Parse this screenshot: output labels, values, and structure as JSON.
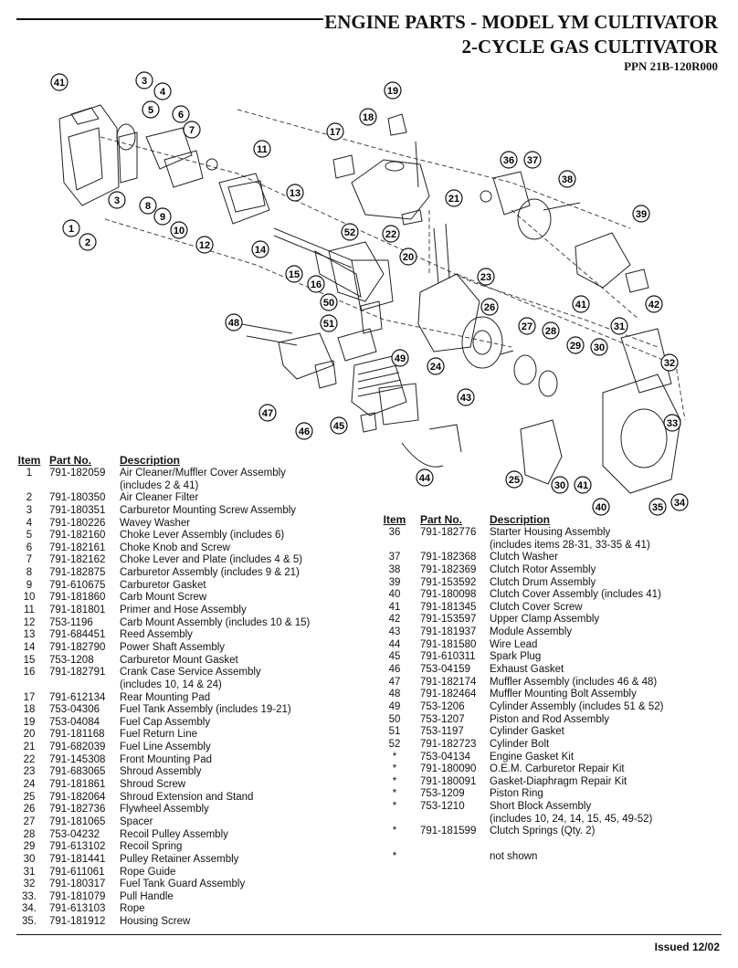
{
  "header": {
    "title_line1": "ENGINE PARTS - MODEL YM CULTIVATOR",
    "title_line2": "2-CYCLE GAS CULTIVATOR",
    "ppn": "PPN 21B-120R000"
  },
  "diagram": {
    "callouts": [
      "41",
      "3",
      "4",
      "5",
      "6",
      "7",
      "1",
      "2",
      "3",
      "8",
      "9",
      "10",
      "11",
      "12",
      "13",
      "14",
      "15",
      "16",
      "17",
      "18",
      "19",
      "20",
      "21",
      "22",
      "52",
      "50",
      "51",
      "48",
      "47",
      "46",
      "45",
      "44",
      "49",
      "43",
      "23",
      "24",
      "25",
      "26",
      "27",
      "28",
      "29",
      "30",
      "31",
      "32",
      "33",
      "34",
      "35",
      "36",
      "37",
      "38",
      "39",
      "40",
      "41",
      "42",
      "41",
      "30"
    ]
  },
  "table_left": {
    "headers": {
      "item": "Item",
      "part": "Part No.",
      "desc": "Description"
    },
    "rows": [
      {
        "item": "1",
        "part": "791-182059",
        "desc": "Air Cleaner/Muffler Cover Assembly"
      },
      {
        "item": "",
        "part": "",
        "desc": "(includes 2 & 41)"
      },
      {
        "item": "2",
        "part": "791-180350",
        "desc": "Air Cleaner Filter"
      },
      {
        "item": "3",
        "part": "791-180351",
        "desc": "Carburetor Mounting Screw Assembly"
      },
      {
        "item": "4",
        "part": "791-180226",
        "desc": "Wavey Washer"
      },
      {
        "item": "5",
        "part": "791-182160",
        "desc": "Choke Lever Assembly (includes 6)"
      },
      {
        "item": "6",
        "part": "791-182161",
        "desc": "Choke Knob and Screw"
      },
      {
        "item": "7",
        "part": "791-182162",
        "desc": "Choke Lever and Plate (includes 4 & 5)"
      },
      {
        "item": "8",
        "part": "791-182875",
        "desc": "Carburetor Assembly (includes 9 & 21)"
      },
      {
        "item": "9",
        "part": "791-610675",
        "desc": "Carburetor Gasket"
      },
      {
        "item": "10",
        "part": "791-181860",
        "desc": "Carb Mount Screw"
      },
      {
        "item": "11",
        "part": "791-181801",
        "desc": "Primer and Hose Assembly"
      },
      {
        "item": "12",
        "part": "753-1196",
        "desc": "Carb Mount Assembly (includes 10 & 15)"
      },
      {
        "item": "13",
        "part": "791-684451",
        "desc": "Reed Assembly"
      },
      {
        "item": "14",
        "part": "791-182790",
        "desc": "Power Shaft Assembly"
      },
      {
        "item": "15",
        "part": "753-1208",
        "desc": "Carburetor Mount Gasket"
      },
      {
        "item": "16",
        "part": "791-182791",
        "desc": "Crank Case Service Assembly"
      },
      {
        "item": "",
        "part": "",
        "desc": "(includes 10, 14 & 24)"
      },
      {
        "item": "17",
        "part": "791-612134",
        "desc": "Rear Mounting Pad"
      },
      {
        "item": "18",
        "part": "753-04306",
        "desc": "Fuel Tank Assembly (includes 19-21)"
      },
      {
        "item": "19",
        "part": "753-04084",
        "desc": "Fuel Cap Assembly"
      },
      {
        "item": "20",
        "part": "791-181168",
        "desc": "Fuel Return Line"
      },
      {
        "item": "21",
        "part": "791-682039",
        "desc": "Fuel Line Assembly"
      },
      {
        "item": "22",
        "part": "791-145308",
        "desc": "Front Mounting Pad"
      },
      {
        "item": "23",
        "part": "791-683065",
        "desc": "Shroud Assembly"
      },
      {
        "item": "24",
        "part": "791-181861",
        "desc": "Shroud Screw"
      },
      {
        "item": "25",
        "part": "791-182064",
        "desc": "Shroud Extension and Stand"
      },
      {
        "item": "26",
        "part": "791-182736",
        "desc": "Flywheel Assembly"
      },
      {
        "item": "27",
        "part": "791-181065",
        "desc": "Spacer"
      },
      {
        "item": "28",
        "part": "753-04232",
        "desc": "Recoil Pulley Assembly"
      },
      {
        "item": "29",
        "part": "791-613102",
        "desc": "Recoil Spring"
      },
      {
        "item": "30",
        "part": "791-181441",
        "desc": "Pulley Retainer Assembly"
      },
      {
        "item": "31",
        "part": "791-611061",
        "desc": "Rope Guide"
      },
      {
        "item": "32",
        "part": "791-180317",
        "desc": "Fuel Tank Guard Assembly"
      },
      {
        "item": "33.",
        "part": "791-181079",
        "desc": "Pull Handle"
      },
      {
        "item": "34.",
        "part": "791-613103",
        "desc": "Rope"
      },
      {
        "item": "35.",
        "part": "791-181912",
        "desc": "Housing Screw"
      }
    ]
  },
  "table_right": {
    "headers": {
      "item": "Item",
      "part": "Part No.",
      "desc": "Description"
    },
    "rows": [
      {
        "item": "36",
        "part": "791-182776",
        "desc": "Starter Housing Assembly"
      },
      {
        "item": "",
        "part": "",
        "desc": "(includes items 28-31, 33-35 & 41)"
      },
      {
        "item": "37",
        "part": "791-182368",
        "desc": "Clutch Washer"
      },
      {
        "item": "38",
        "part": "791-182369",
        "desc": "Clutch Rotor Assembly"
      },
      {
        "item": "39",
        "part": "791-153592",
        "desc": "Clutch Drum Assembly"
      },
      {
        "item": "40",
        "part": "791-180098",
        "desc": "Clutch Cover Assembly (includes 41)"
      },
      {
        "item": "41",
        "part": "791-181345",
        "desc": "Clutch Cover Screw"
      },
      {
        "item": "42",
        "part": "791-153597",
        "desc": "Upper Clamp Assembly"
      },
      {
        "item": "43",
        "part": "791-181937",
        "desc": "Module Assembly"
      },
      {
        "item": "44",
        "part": "791-181580",
        "desc": "Wire Lead"
      },
      {
        "item": "45",
        "part": "791-610311",
        "desc": "Spark Plug"
      },
      {
        "item": "46",
        "part": "753-04159",
        "desc": "Exhaust Gasket"
      },
      {
        "item": "47",
        "part": "791-182174",
        "desc": "Muffler Assembly (includes 46 & 48)"
      },
      {
        "item": "48",
        "part": "791-182464",
        "desc": "Muffler Mounting Bolt Assembly"
      },
      {
        "item": "49",
        "part": "753-1206",
        "desc": "Cylinder Assembly (includes 51 & 52)"
      },
      {
        "item": "50",
        "part": "753-1207",
        "desc": "Piston and Rod Assembly"
      },
      {
        "item": "51",
        "part": "753-1197",
        "desc": "Cylinder Gasket"
      },
      {
        "item": "52",
        "part": "791-182723",
        "desc": "Cylinder Bolt"
      },
      {
        "item": "*",
        "part": "753-04134",
        "desc": "Engine Gasket Kit"
      },
      {
        "item": "*",
        "part": "791-180090",
        "desc": "O.E.M. Carburetor Repair Kit"
      },
      {
        "item": "*",
        "part": "791-180091",
        "desc": "Gasket-Diaphragm Repair Kit"
      },
      {
        "item": "*",
        "part": "753-1209",
        "desc": "Piston Ring"
      },
      {
        "item": "*",
        "part": "753-1210",
        "desc": "Short Block Assembly"
      },
      {
        "item": "",
        "part": "",
        "desc": "(includes 10, 24, 14, 15, 45, 49-52)"
      },
      {
        "item": "*",
        "part": "791-181599",
        "desc": "Clutch Springs (Qty. 2)"
      },
      {
        "item": "",
        "part": "",
        "desc": ""
      },
      {
        "item": "*",
        "part": "",
        "desc": "not shown"
      }
    ]
  },
  "footer": {
    "issued": "Issued 12/02"
  }
}
